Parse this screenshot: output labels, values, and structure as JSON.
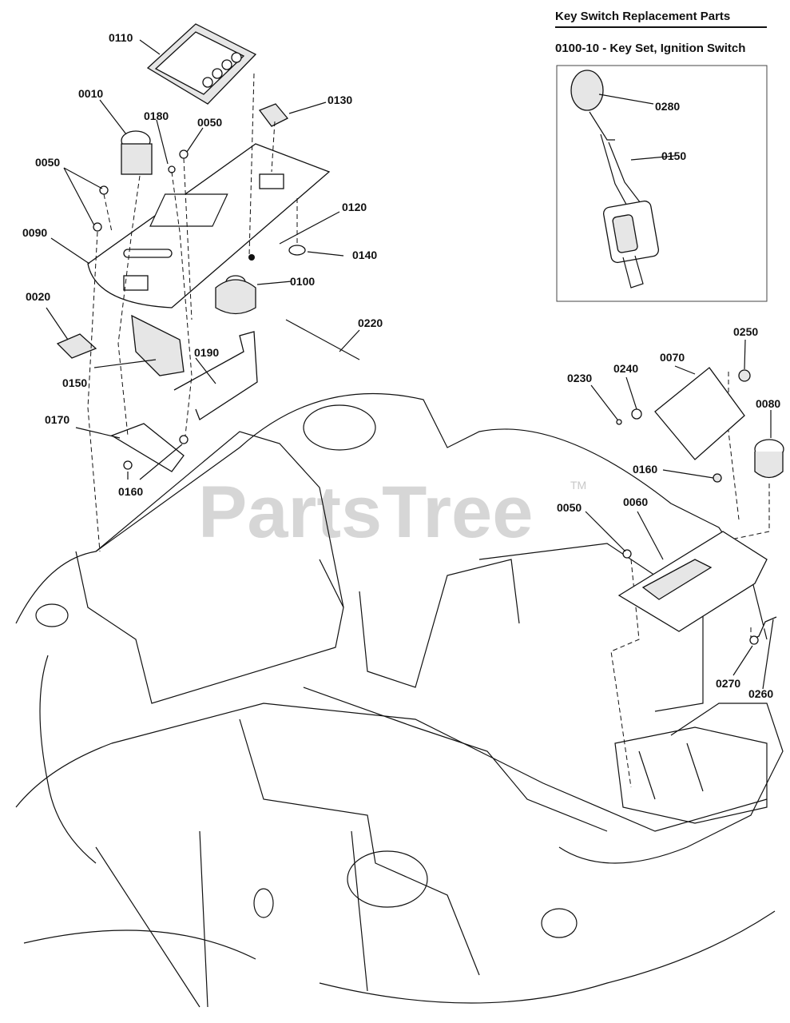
{
  "header": {
    "title": "Key Switch Replacement Parts",
    "subtitle": "0100-10 - Key Set, Ignition Switch"
  },
  "watermark": {
    "text": "PartsTree",
    "tm": "TM"
  },
  "callouts": {
    "c0110": "0110",
    "c0010": "0010",
    "c0180": "0180",
    "c0050a": "0050",
    "c0130": "0130",
    "c0050b": "0050",
    "c0090": "0090",
    "c0120": "0120",
    "c0140": "0140",
    "c0100": "0100",
    "c0020": "0020",
    "c0220": "0220",
    "c0150a": "0150",
    "c0190": "0190",
    "c0170": "0170",
    "c0160a": "0160",
    "c0280": "0280",
    "c0150b": "0150",
    "c0250": "0250",
    "c0070": "0070",
    "c0240": "0240",
    "c0230": "0230",
    "c0080": "0080",
    "c0160b": "0160",
    "c0050c": "0050",
    "c0060": "0060",
    "c0270": "0270",
    "c0260": "0260"
  }
}
